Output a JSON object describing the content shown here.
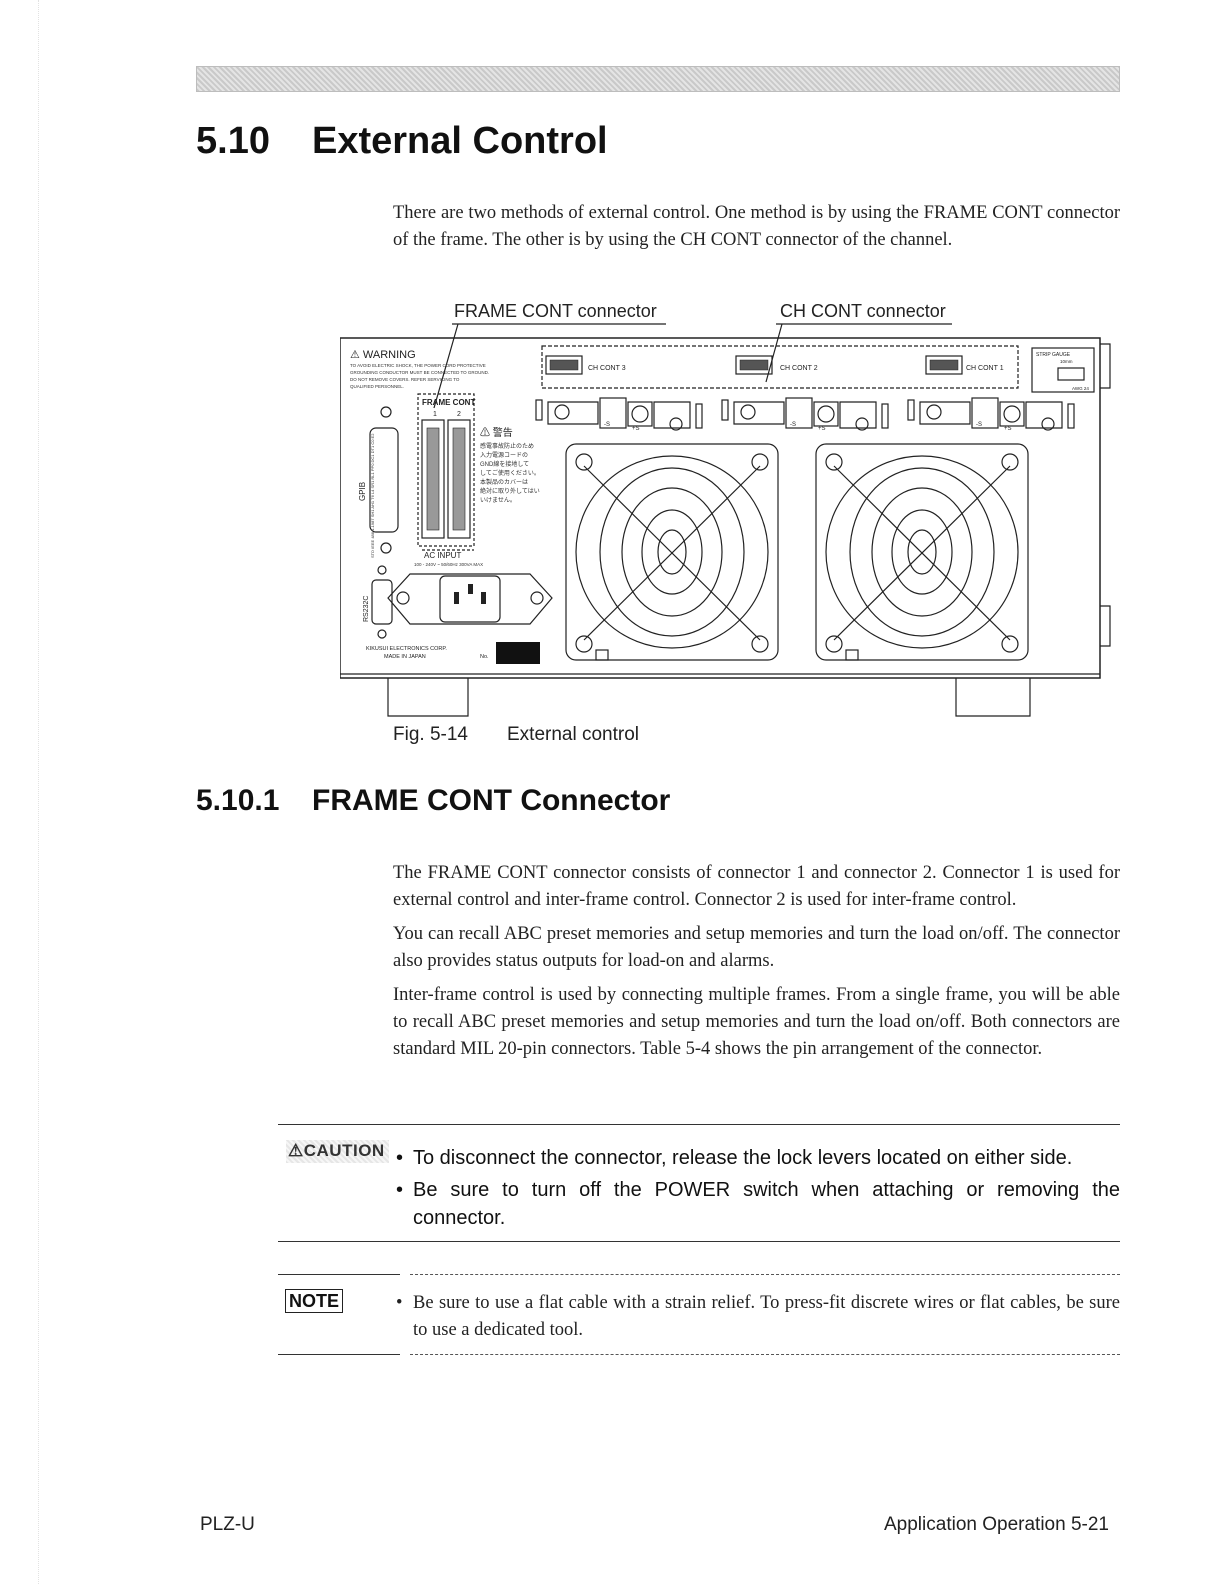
{
  "section": {
    "number": "5.10",
    "title": "External Control"
  },
  "intro_text": "There are two methods of external control. One method is by using the FRAME CONT connector of the frame. The other is by using the CH CONT connector of the channel.",
  "figure": {
    "callout_frame": "FRAME CONT connector",
    "callout_ch": "CH CONT connector",
    "caption_number": "Fig. 5-14",
    "caption_text": "External control",
    "panel": {
      "warning_title": "WARNING",
      "warning_lines": [
        "TO AVOID ELECTRIC SHOCK, THE POWER CORD PROTECTIVE",
        "GROUNDING CONDUCTOR MUST BE CONNECTED TO GROUND.",
        "DO NOT REMOVE COVERS. REFER SERVICING TO",
        "QUALIFIED PERSONNEL."
      ],
      "frame_cont_label": "FRAME CONT",
      "frame_conn_1": "1",
      "frame_conn_2": "2",
      "jp_warning_title": "警告",
      "jp_lines": [
        "感電事故防止のため",
        "入力電源コードの",
        "GND線を接地して",
        "してご使用ください。",
        "本製品のカバーは",
        "絶対に取り外してはい",
        "いけません。"
      ],
      "gpib_label": "GPIB",
      "gpib_std": "STD IEEE 488.1-1987 SH1 AH1 T6 L4 SR1 RL1 PP0 DC1 DT1 C0 E2",
      "ac_input_label": "AC INPUT",
      "ac_input_rating": "100 - 240V ~ 50/60Hz 300VA MAX",
      "rs232c_label": "RS232C",
      "maker_line1": "KIKUSUI ELECTRONICS CORP.",
      "maker_line2": "MADE IN JAPAN",
      "serial_label": "No.",
      "ch_cont_labels": [
        "CH CONT 3",
        "CH CONT 2",
        "CH CONT 1"
      ],
      "strip_gauge_label": "STRIP GAUGE",
      "strip_gauge_value": "10mm",
      "awg_label": "AWG 24",
      "terminal_neg": "-S",
      "terminal_pos": "+S"
    }
  },
  "subsection": {
    "number": "5.10.1",
    "title": "FRAME CONT Connector"
  },
  "paragraphs": [
    "The FRAME CONT connector consists of connector 1 and connector 2. Connector 1 is used for external control and inter-frame control. Connector 2 is used for inter-frame control.",
    "You can recall ABC preset memories and setup memories and turn the load on/off. The connector also provides status outputs for load-on and alarms.",
    "Inter-frame control is used by connecting multiple frames. From a single frame, you will be able to recall ABC preset memories and setup memories and turn the load on/off. Both connectors are standard MIL 20-pin connectors.  Table 5-4 shows the pin arrangement of the connector."
  ],
  "caution": {
    "label": "CAUTION",
    "items": [
      "To disconnect the connector, release the lock levers located on either side.",
      "Be sure to turn off the POWER switch when attaching or removing the connector."
    ]
  },
  "note": {
    "label": "NOTE",
    "text": "Be sure to use a flat cable with a strain relief. To press-fit discrete wires or flat cables, be sure to use a dedicated tool."
  },
  "footer": {
    "left": "PLZ-U",
    "right": "Application Operation  5-21"
  }
}
